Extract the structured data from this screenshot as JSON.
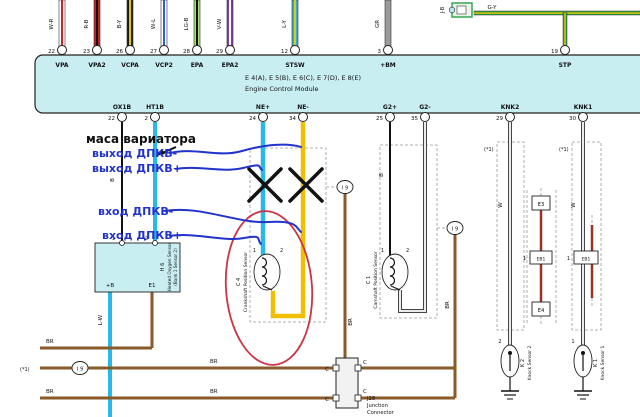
{
  "colors": {
    "ecm_fill": "#c9eef2",
    "wire_cyan": "#29b9e8",
    "wire_yellow": "#f0c000",
    "wire_brown": "#8a5a2a",
    "wire_red_brown": "#993322",
    "annotation_blue": "#2233cc",
    "annotation_red": "#cc3344"
  },
  "ecm": {
    "title_line1": "E 4(A), E 5(B), E 6(C), E 7(D), E 8(E)",
    "title_line2": "Engine Control Module",
    "top_pins": [
      {
        "num": "22",
        "name": "VPA",
        "color": "W-R"
      },
      {
        "num": "23",
        "name": "VPA2",
        "color": "R-B"
      },
      {
        "num": "26",
        "name": "VCPA",
        "color": "B-Y"
      },
      {
        "num": "27",
        "name": "VCP2",
        "color": "W-L"
      },
      {
        "num": "28",
        "name": "EPA",
        "color": "LG-B"
      },
      {
        "num": "29",
        "name": "EPA2",
        "color": "V-W"
      },
      {
        "num": "12",
        "name": "STSW",
        "color": "L-Y"
      },
      {
        "num": "3",
        "name": "+BM",
        "color": "GR"
      },
      {
        "num": "19",
        "name": "STP",
        "color": "G-Y"
      }
    ],
    "bottom_pins": [
      {
        "num": "22",
        "name": "OX1B"
      },
      {
        "num": "2",
        "name": "HT1B"
      },
      {
        "num": "24",
        "name": "NE+"
      },
      {
        "num": "34",
        "name": "NE-"
      },
      {
        "num": "25",
        "name": "G2+"
      },
      {
        "num": "35",
        "name": "G2-"
      },
      {
        "num": "29",
        "name": "KNK2"
      },
      {
        "num": "30",
        "name": "KNK1"
      }
    ]
  },
  "junction_top": {
    "label": "J-B",
    "wire": "G-Y"
  },
  "wire_labels": {
    "ox1b": "B",
    "g2": "B",
    "knk2": "W",
    "knk1": "W",
    "heater": "L-W",
    "ground": "BR",
    "note": "(*1)"
  },
  "components": {
    "h6": {
      "id": "H 6",
      "name1": "Heated Oxygen Sensor",
      "name2": "(Bank 1 Sensor 2)",
      "pin1": "1",
      "pin2": "2",
      "term_b": "+B",
      "term_e1": "E1"
    },
    "c4": {
      "id": "C 4",
      "name": "Crankshaft Position Sensor",
      "pin1": "1",
      "pin2": "2"
    },
    "c1": {
      "id": "C 1",
      "name": "Camshaft Position Sensor",
      "pin1": "1",
      "pin2": "2"
    },
    "k2": {
      "id": "K 2",
      "name": "Knock Sensor 2",
      "pin": "2"
    },
    "k1": {
      "id": "K 1",
      "name": "Knock Sensor 1",
      "pin": "1"
    },
    "j28": {
      "id": "J28",
      "name1": "Junction",
      "name2": "Connector",
      "pin": "C"
    },
    "i9": "I 9",
    "eb1": "EB1",
    "e3": "E3",
    "e4": "E4",
    "eb1_pin": "1"
  },
  "annotations": {
    "ground_note": "маса вариатора",
    "out_minus": "выход ДПКВ-",
    "out_plus": "выход ДПКВ+",
    "in_minus": "вход ДПКВ-",
    "in_plus": "вход ДПКВ+"
  }
}
